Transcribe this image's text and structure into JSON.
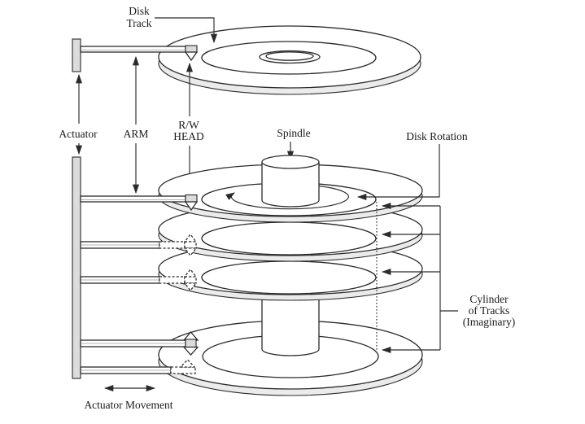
{
  "diagram": {
    "labels": {
      "disk_track": [
        "Disk",
        "Track"
      ],
      "actuator": "Actuator",
      "arm": "ARM",
      "rw_head": [
        "R/W",
        "HEAD"
      ],
      "spindle": "Spindle",
      "disk_rotation": "Disk Rotation",
      "cylinder_of_tracks": [
        "Cylinder",
        "of Tracks",
        "(Imaginary)"
      ],
      "actuator_movement": "Actuator Movement"
    },
    "colors": {
      "line": "#2b2b2b",
      "text": "#1a1a1a",
      "disk_fill": "#ffffff",
      "rim_fill": "#ebebeb",
      "metal_fill": "#dcdcdc",
      "background": "#ffffff"
    }
  }
}
